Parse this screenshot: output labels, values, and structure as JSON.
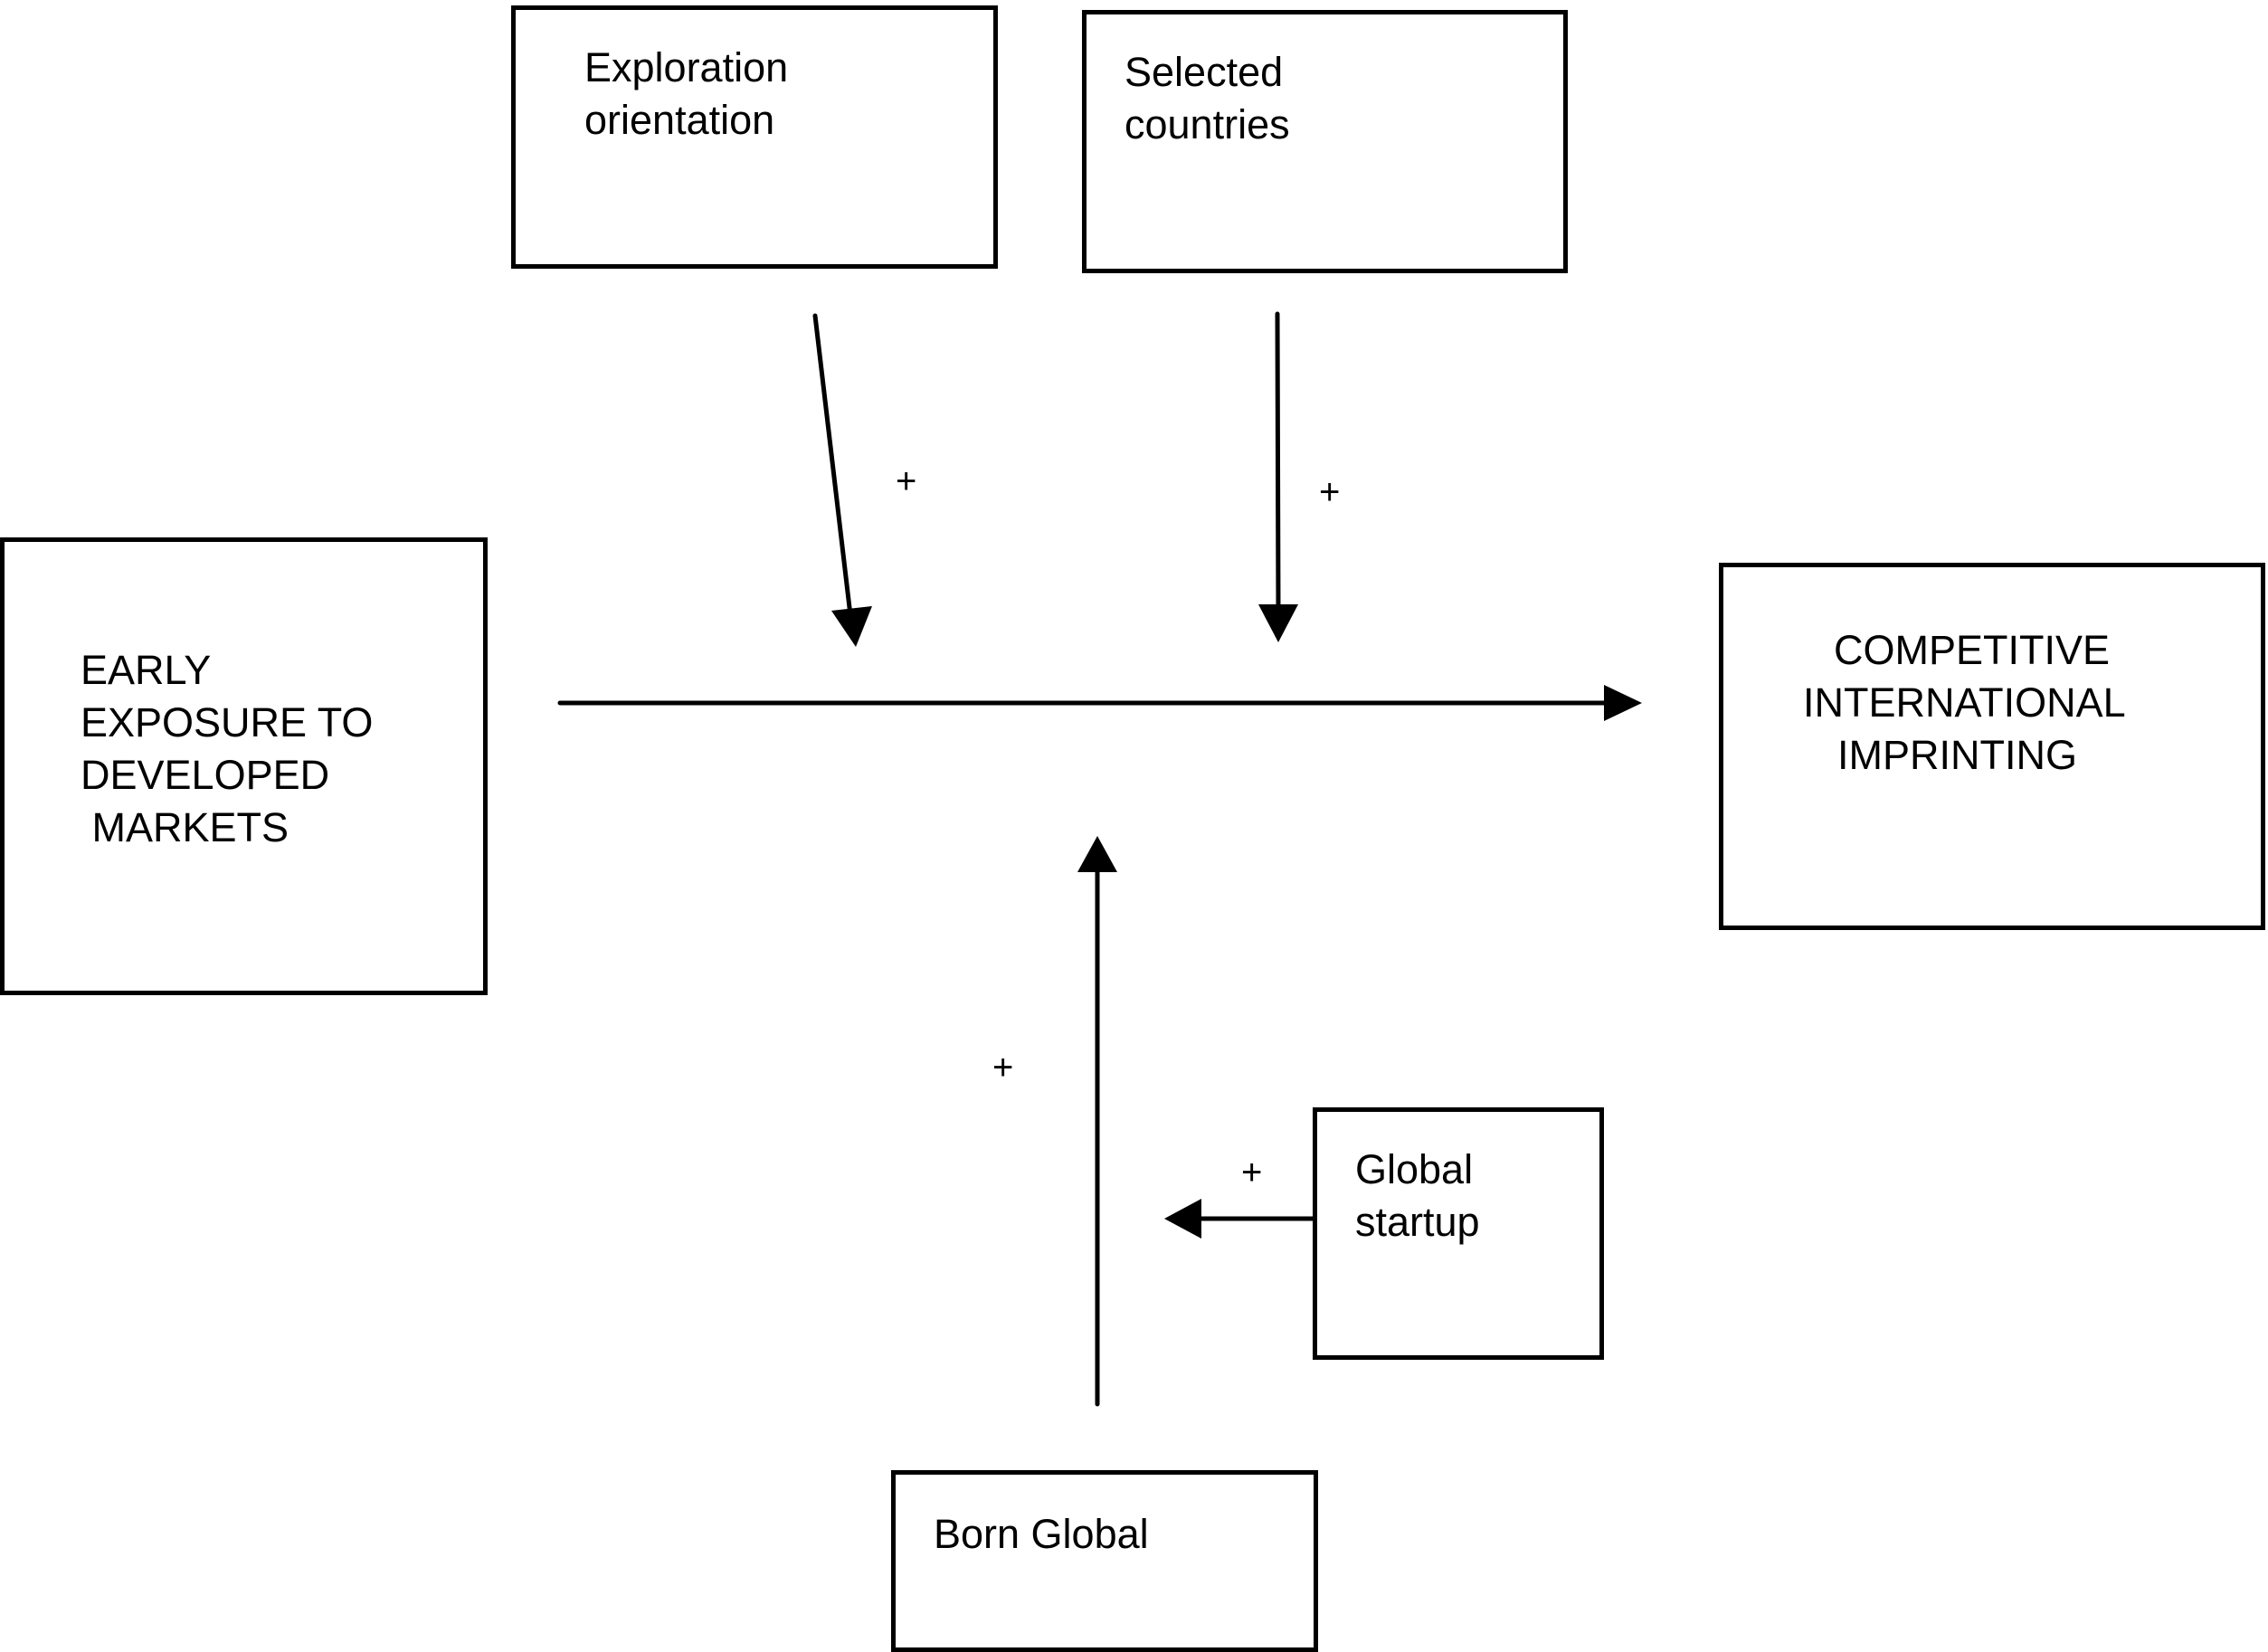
{
  "nodes": {
    "exploration_orientation": {
      "lines": [
        "Exploration",
        "orientation"
      ]
    },
    "selected_countries": {
      "lines": [
        "Selected",
        "countries"
      ]
    },
    "early_exposure": {
      "lines": [
        "EARLY",
        "EXPOSURE TO",
        "DEVELOPED",
        " MARKETS"
      ]
    },
    "competitive_imprinting": {
      "lines": [
        "COMPETITIVE",
        "INTERNATIONAL",
        "IMPRINTING"
      ]
    },
    "global_startup": {
      "lines": [
        "Global",
        "startup"
      ]
    },
    "born_global": {
      "lines": [
        "Born Global"
      ]
    }
  },
  "signs": {
    "exploration_effect": "+",
    "selected_countries_effect": "+",
    "born_global_effect": "+",
    "global_startup_effect": "+"
  }
}
